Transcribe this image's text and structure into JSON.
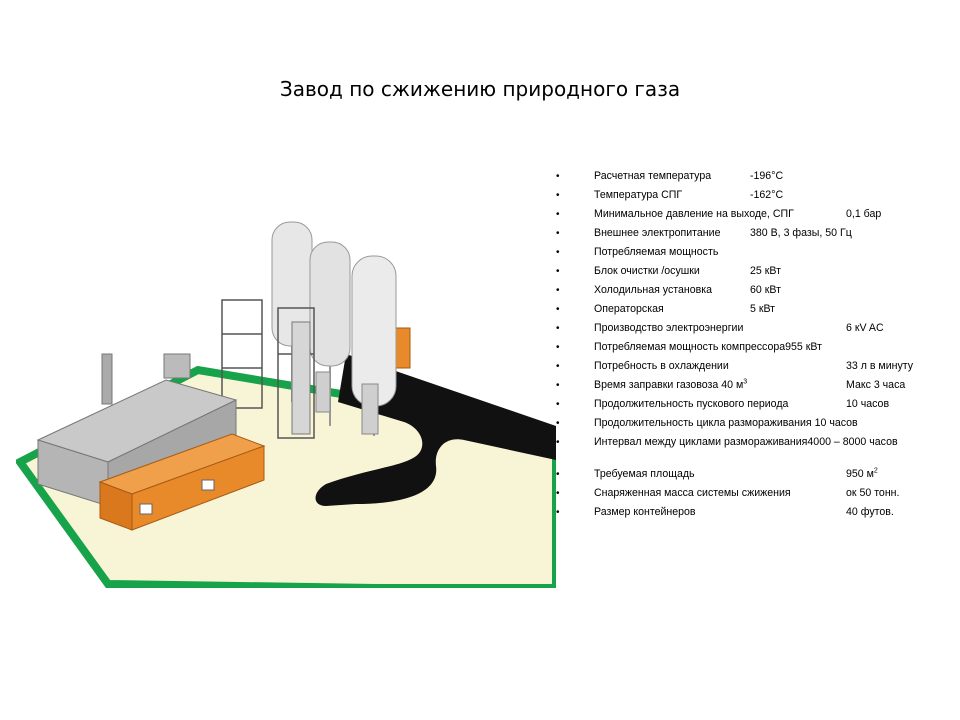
{
  "title": "Завод по сжижению природного газа",
  "colors": {
    "ground": "#f8f5d7",
    "border_green": "#17a34a",
    "road": "#111111",
    "container_orange": "#e8892a",
    "tank": "#e7e7e7"
  },
  "specs": [
    {
      "label": "Расчетная температура",
      "v1": "-196°C",
      "v2": ""
    },
    {
      "label": "Температура СПГ",
      "v1": "-162°C",
      "v2": ""
    },
    {
      "label": "Минимальное давление на выходе, СПГ",
      "v1": "",
      "v2": "0,1 бар"
    },
    {
      "label": "Внешнее электропитание",
      "v1": "380 В, 3 фазы, 50 Гц",
      "v2": ""
    },
    {
      "label": "Потребляемая мощность",
      "v1": "",
      "v2": ""
    },
    {
      "label": "Блок очистки /осушки",
      "v1": "25 кВт",
      "v2": ""
    },
    {
      "label": "Холодильная установка",
      "v1": "60 кВт",
      "v2": ""
    },
    {
      "label": "Операторская",
      "v1": "5 кВт",
      "v2": ""
    },
    {
      "label": "Производство электроэнергии",
      "v1": "",
      "v2": "6 кV AC"
    },
    {
      "label": "Потребляемая мощность компрессора955 кВт",
      "v1": "",
      "v2": ""
    },
    {
      "label": "Потребность в охлаждении",
      "v1": "",
      "v2": "33 л в минуту"
    },
    {
      "label": "Время заправки газовоза 40 м",
      "sup": "3",
      "v1": "",
      "v2": "Макс 3 часа"
    },
    {
      "label": "Продолжительность пускового периода",
      "v1": "",
      "v2": "10 часов"
    },
    {
      "label": "Продолжительность цикла размораживания 10 часов",
      "v1": "",
      "v2": ""
    },
    {
      "label": "Интервал между циклами размораживания4000 – 8000 часов",
      "v1": "",
      "v2": "",
      "wrap": true
    },
    {
      "label": "Требуемая площадь",
      "v1": "",
      "v2": "950 м",
      "v2sup": "2"
    },
    {
      "label": "Снаряженная масса системы сжижения",
      "v1": "",
      "v2": "ок 50 тонн."
    },
    {
      "label": "Размер контейнеров",
      "v1": "",
      "v2": "40 футов."
    }
  ]
}
